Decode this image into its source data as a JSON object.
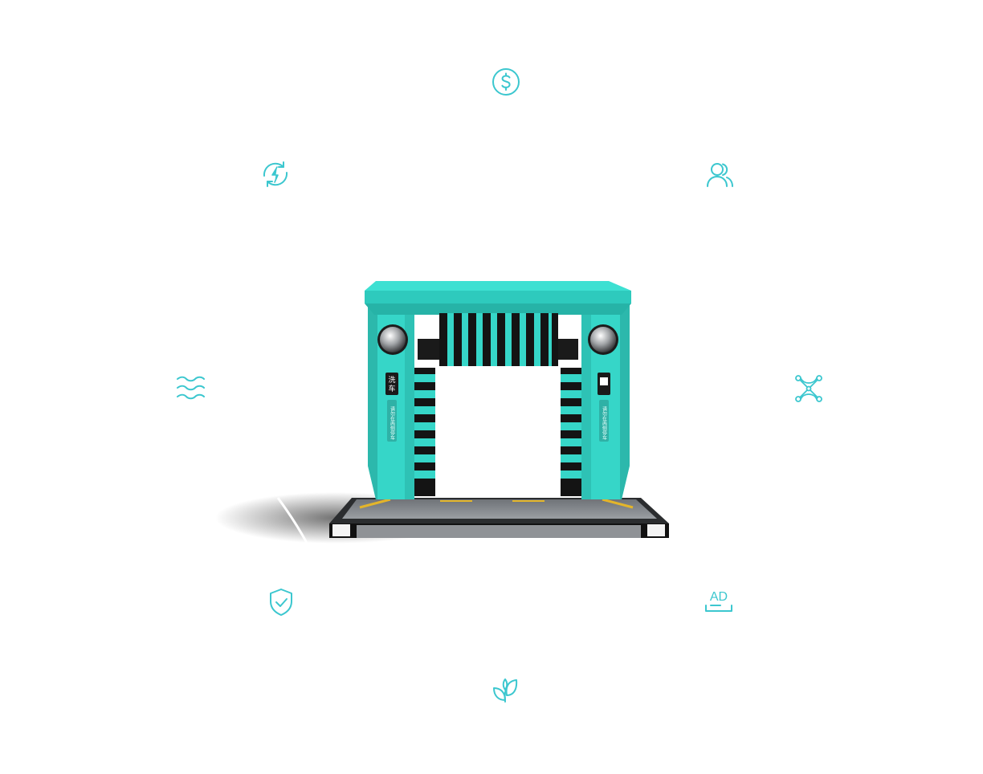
{
  "accent_color": "#3cc7cf",
  "machine": {
    "body_color": "#3de0d2",
    "brush_dark": "#141414",
    "left_panel_text": "洗车",
    "left_panel_subtext": "请勿在两侧停车",
    "right_panel_subtext": "请勿在两侧停车"
  },
  "features": [
    {
      "icon": "dollar-icon"
    },
    {
      "icon": "energy-cycle-icon"
    },
    {
      "icon": "users-icon"
    },
    {
      "icon": "water-waves-icon"
    },
    {
      "icon": "network-nodes-icon"
    },
    {
      "icon": "shield-check-icon"
    },
    {
      "icon": "ad-screen-icon",
      "label": "AD"
    },
    {
      "icon": "leaf-icon"
    }
  ]
}
